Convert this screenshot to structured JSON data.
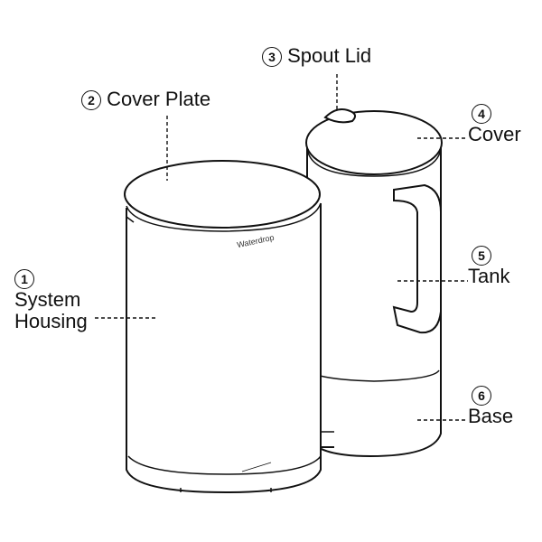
{
  "parts": [
    {
      "number": "1",
      "name_line1": "System",
      "name_line2": "Housing"
    },
    {
      "number": "2",
      "name": "Cover Plate"
    },
    {
      "number": "3",
      "name": "Spout Lid"
    },
    {
      "number": "4",
      "name": "Cover"
    },
    {
      "number": "5",
      "name": "Tank"
    },
    {
      "number": "6",
      "name": "Base"
    }
  ],
  "brand": "Waterdrop"
}
